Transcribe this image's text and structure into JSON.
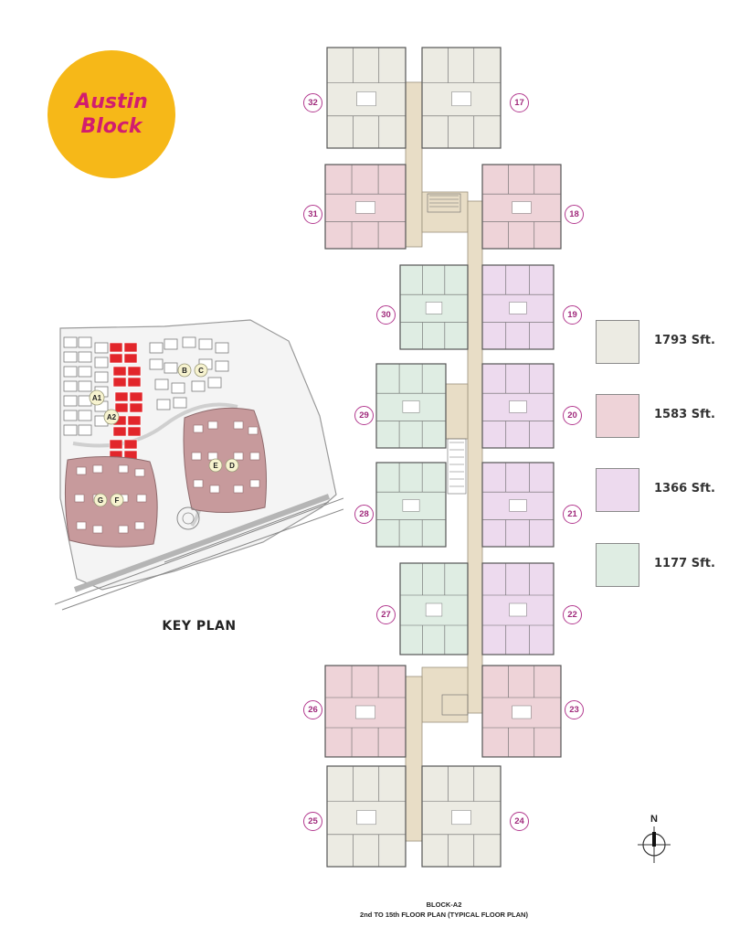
{
  "badge": {
    "line1": "Austin",
    "line2": "Block"
  },
  "key_plan": {
    "title": "KEY PLAN",
    "block_labels": [
      "A1",
      "A2",
      "B",
      "C",
      "E",
      "D",
      "G",
      "F"
    ]
  },
  "floor_plan": {
    "units": [
      {
        "number": "32",
        "area": "1793 Sft.",
        "side": "left"
      },
      {
        "number": "17",
        "area": "1793 Sft.",
        "side": "right"
      },
      {
        "number": "31",
        "area": "1583 Sft.",
        "side": "left"
      },
      {
        "number": "18",
        "area": "1583 Sft.",
        "side": "right"
      },
      {
        "number": "30",
        "area": "1177 Sft.",
        "side": "left"
      },
      {
        "number": "19",
        "area": "1366 Sft.",
        "side": "right"
      },
      {
        "number": "29",
        "area": "1177 Sft.",
        "side": "left"
      },
      {
        "number": "20",
        "area": "1366 Sft.",
        "side": "right"
      },
      {
        "number": "28",
        "area": "1177 Sft.",
        "side": "left"
      },
      {
        "number": "21",
        "area": "1366 Sft.",
        "side": "right"
      },
      {
        "number": "27",
        "area": "1177 Sft.",
        "side": "left"
      },
      {
        "number": "22",
        "area": "1366 Sft.",
        "side": "right"
      },
      {
        "number": "26",
        "area": "1583 Sft.",
        "side": "left"
      },
      {
        "number": "23",
        "area": "1583 Sft.",
        "side": "right"
      },
      {
        "number": "25",
        "area": "1793 Sft.",
        "side": "left"
      },
      {
        "number": "24",
        "area": "1793 Sft.",
        "side": "right"
      }
    ],
    "caption_block": "BLOCK-A2",
    "caption_title": "2nd TO 15th FLOOR PLAN (TYPICAL FLOOR PLAN)"
  },
  "legend": [
    {
      "label": "1793 Sft.",
      "color": "#ecebe3"
    },
    {
      "label": "1583 Sft.",
      "color": "#eed3d8"
    },
    {
      "label": "1366 Sft.",
      "color": "#eddaee"
    },
    {
      "label": "1177 Sft.",
      "color": "#dfede3"
    }
  ],
  "compass": {
    "label": "N"
  },
  "colors": {
    "badge": "#f6b818",
    "badge_text": "#d21d6e",
    "unit_ring": "#b33a8f",
    "highlight_block": "#e2262b",
    "tower_block": "#c79a9c"
  }
}
